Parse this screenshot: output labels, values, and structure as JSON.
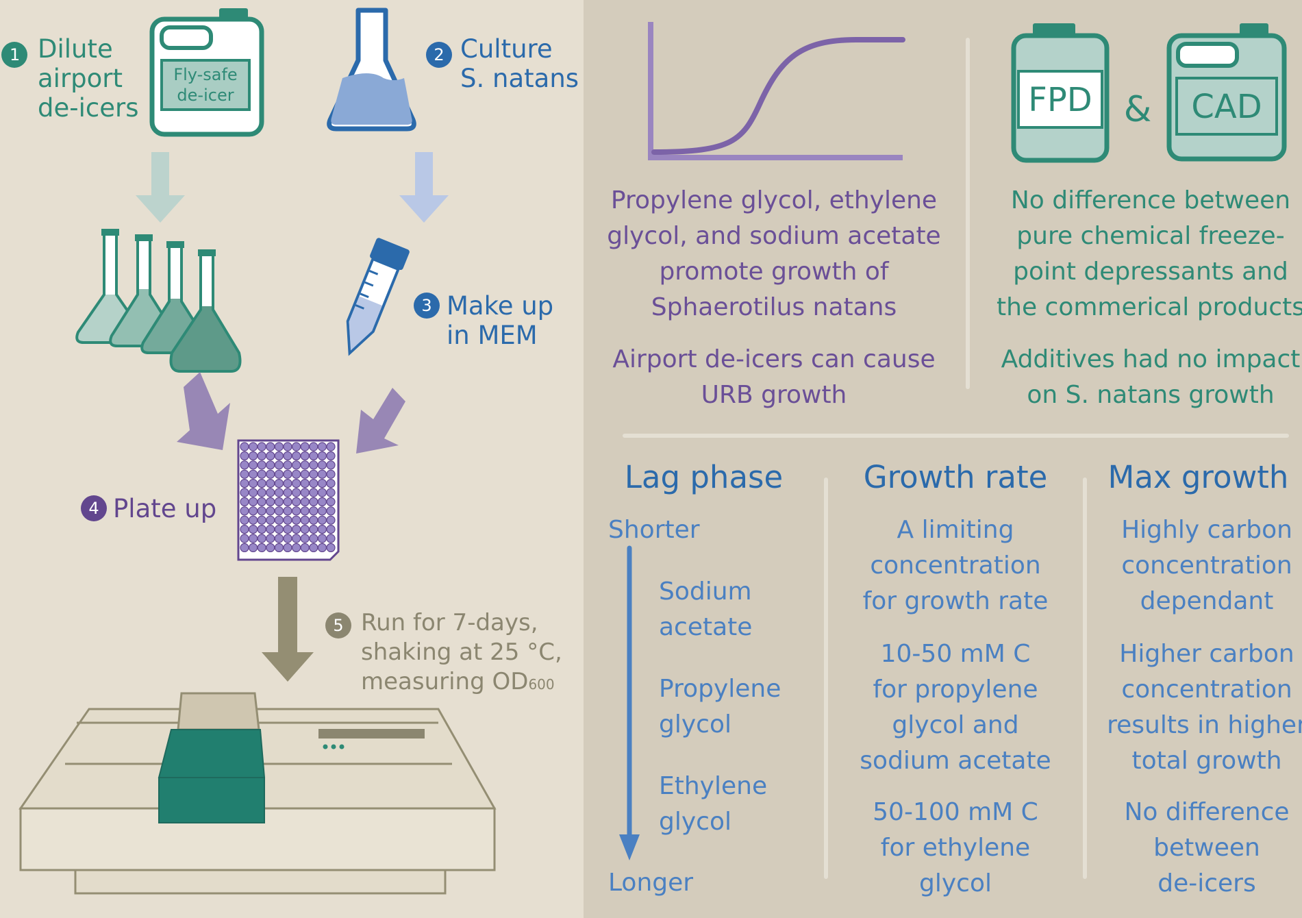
{
  "steps": {
    "s1": {
      "num": "1",
      "text": [
        "Dilute",
        "airport",
        "de-icers"
      ]
    },
    "s2": {
      "num": "2",
      "text": [
        "Culture",
        "S. natans"
      ]
    },
    "s3": {
      "num": "3",
      "text": [
        "Make up",
        "in MEM"
      ]
    },
    "s4": {
      "num": "4",
      "text": [
        "Plate up"
      ]
    },
    "s5": {
      "num": "5",
      "text": [
        "Run for 7-days,",
        "shaking at 25 °C,",
        "measuring OD",
        "600"
      ]
    }
  },
  "jug_label": [
    "Fly-safe",
    "de-icer"
  ],
  "products": {
    "left": "FPD",
    "amp": "&",
    "right": "CAD"
  },
  "findings": {
    "growth": [
      "Propylene glycol, ethylene",
      "glycol, and sodium acetate",
      "promote growth of",
      "Sphaerotilus natans"
    ],
    "urb": [
      "Airport de-icers can cause",
      "URB growth"
    ],
    "nodiff": [
      "No difference between",
      "pure chemical freeze-",
      "point depressants and",
      "the commerical products"
    ],
    "additives": [
      "Additives had no impact",
      "on S. natans growth"
    ]
  },
  "columns": {
    "lag": {
      "title": "Lag phase",
      "top": "Shorter",
      "bottom": "Longer",
      "items": [
        [
          "Sodium",
          "acetate"
        ],
        [
          "Propylene",
          "glycol"
        ],
        [
          "Ethylene",
          "glycol"
        ]
      ]
    },
    "rate": {
      "title": "Growth rate",
      "items": [
        [
          "A limiting",
          "concentration",
          "for growth rate"
        ],
        [
          "10-50 mM C",
          "for propylene",
          "glycol and",
          "sodium acetate"
        ],
        [
          "50-100 mM C",
          "for ethylene",
          "glycol"
        ]
      ]
    },
    "max": {
      "title": "Max growth",
      "items": [
        [
          "Highly carbon",
          "concentration",
          "dependant"
        ],
        [
          "Higher carbon",
          "concentration",
          "results in higher",
          "total growth"
        ],
        [
          "No difference",
          "between",
          "de-icers"
        ]
      ]
    }
  },
  "colors": {
    "bg_left": "#e6dfd1",
    "bg_right": "#d4ccbc",
    "teal": "#2e8a76",
    "blue": "#2b6aab",
    "purple": "#62468e",
    "grey": "#8b8670"
  }
}
